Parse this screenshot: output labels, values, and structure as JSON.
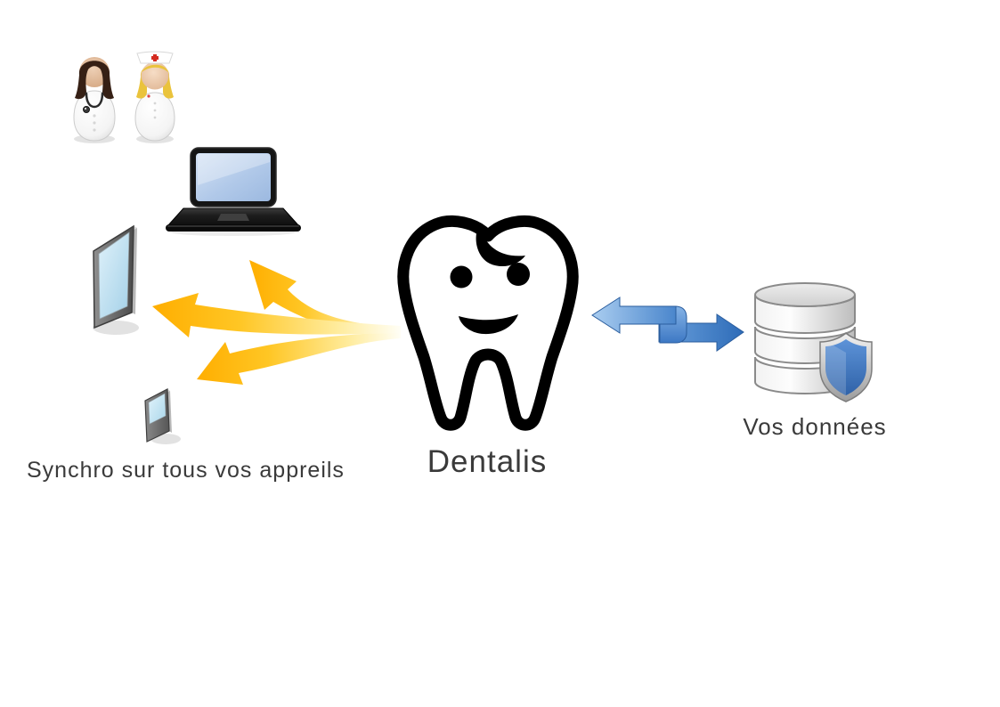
{
  "diagram": {
    "app_name": "Dentalis",
    "captions": {
      "devices": "Synchro sur tous vos appreils",
      "app": "Dentalis",
      "data": "Vos données"
    },
    "icons": [
      "doctor-icon",
      "nurse-icon",
      "laptop-icon",
      "tablet-icon",
      "smartphone-icon",
      "sync-arrows-icon",
      "tooth-logo-icon",
      "data-exchange-arrow-icon",
      "database-icon",
      "shield-icon"
    ],
    "colors": {
      "background": "#ffffff",
      "text": "#3a3a3a",
      "sync_arrow_gold": "#ffb300",
      "sync_arrow_pale": "#fffef6",
      "exchange_arrow_blue": "#3a7cc8",
      "tooth_outline": "#000000",
      "database_gray": "#c9c9c9",
      "shield_blue": "#3f76bd",
      "laptop_screen_blue": "#b5cdeb",
      "device_screen_blue": "#bfe3f2",
      "nurse_cross_red": "#d42b20"
    }
  }
}
